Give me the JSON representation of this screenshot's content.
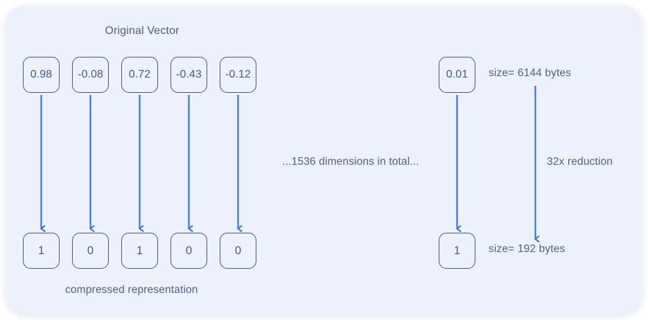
{
  "diagram": {
    "title": "Original Vector",
    "center_note": "...1536 dimensions in total...",
    "bottom_label": "compressed representation",
    "reduction_label": "32x reduction",
    "original_size_label": "size= 6144 bytes",
    "compressed_size_label": "size= 192 bytes",
    "colors": {
      "panel_background": "#edf1fb",
      "page_background": "#ffffff",
      "box_border": "#4a5578",
      "arrow": "#2f6ce5",
      "text": "#555f7e"
    },
    "original_vector": {
      "values": [
        "0.98",
        "-0.08",
        "0.72",
        "-0.43",
        "-0.12"
      ],
      "tail_value": "0.01"
    },
    "compressed_vector": {
      "values": [
        "1",
        "0",
        "1",
        "0",
        "0"
      ],
      "tail_value": "1"
    }
  }
}
